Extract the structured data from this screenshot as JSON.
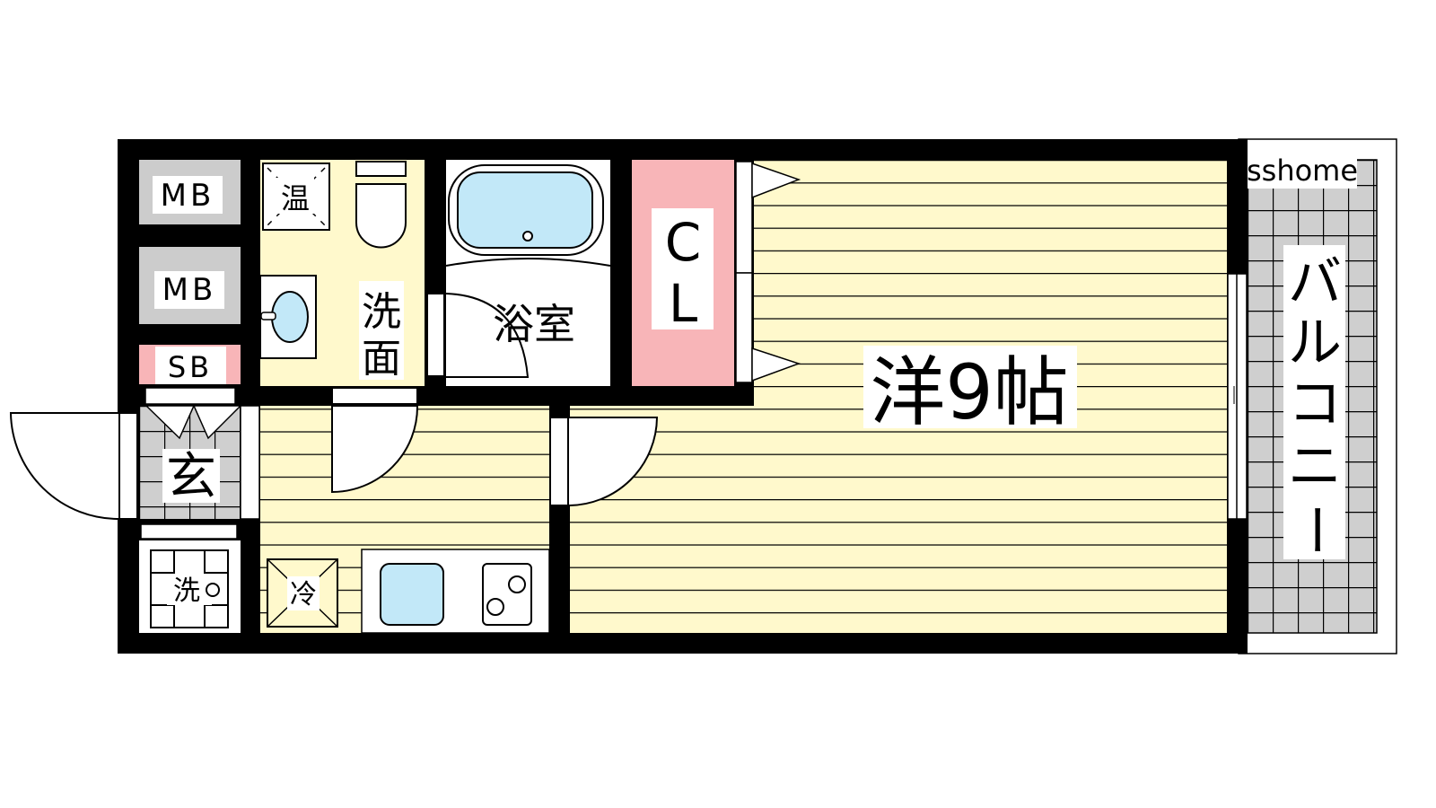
{
  "rooms": {
    "mb1": "MB",
    "mb2": "MB",
    "sb": "SB",
    "water_heater": "温",
    "washroom_1": "洗",
    "washroom_2": "面",
    "bathroom": "浴室",
    "closet_1": "C",
    "closet_2": "L",
    "western_room": "洋9帖",
    "entrance": "玄",
    "laundry": "洗",
    "fridge": "冷",
    "balcony": [
      "バ",
      "ル",
      "コ",
      "ニ",
      "ー"
    ]
  },
  "watermark": "sshome",
  "colors": {
    "wall": "#000000",
    "floor": "#fff9cc",
    "storage_gray": "#cccccc",
    "closet_pink": "#f8b5b8",
    "water_blue": "#c2e8f8"
  }
}
